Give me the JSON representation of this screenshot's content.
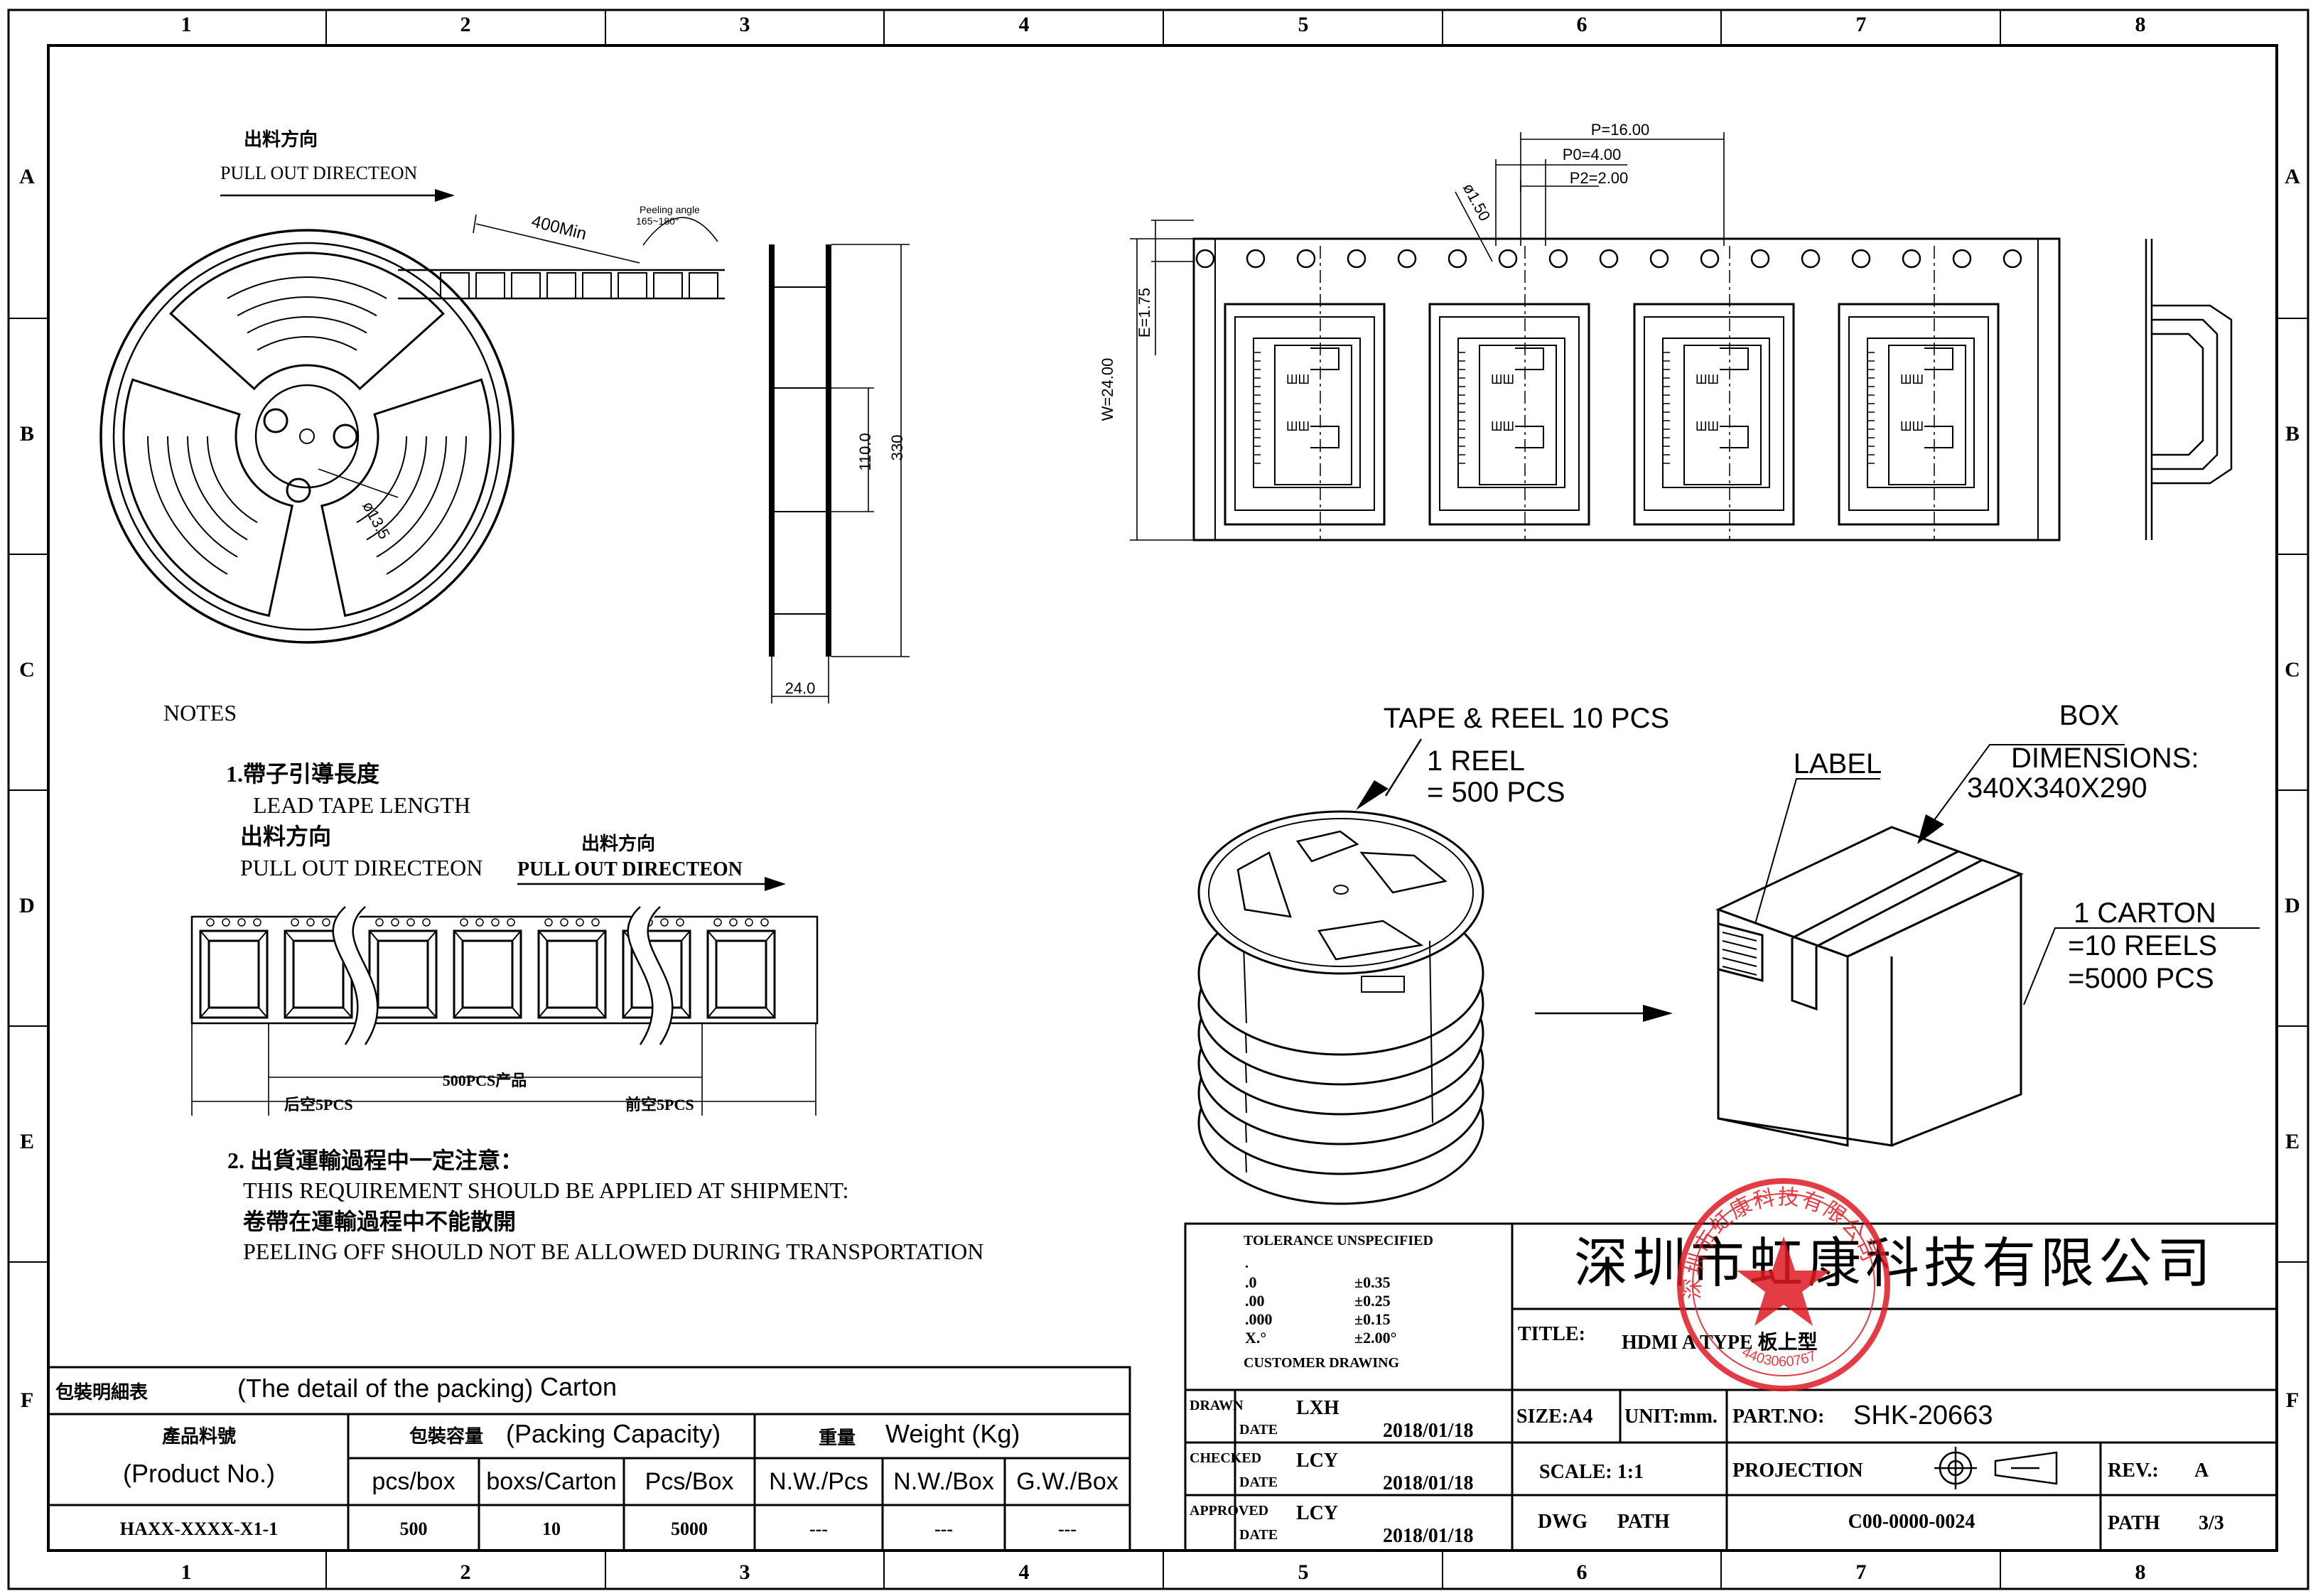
{
  "frame": {
    "columns": [
      "1",
      "2",
      "3",
      "4",
      "5",
      "6",
      "7",
      "8"
    ],
    "rows": [
      "A",
      "B",
      "C",
      "D",
      "E",
      "F"
    ]
  },
  "reel_view": {
    "title_cn": "出料方向",
    "title_en": "PULL OUT DIRECTEON",
    "dim_400": "400Min",
    "peel_angle_label": "Peeling angle",
    "peel_angle_value": "165~180°",
    "hub_dia": "ø13.5",
    "side_width": "24.0",
    "side_inner": "110.0",
    "side_outer": "330"
  },
  "tape_view": {
    "pitch_p": "P=16.00",
    "pitch_p0": "P0=4.00",
    "pitch_p2": "P2=2.00",
    "hole_dia": "ø1.50",
    "e_dim": "E=1.75",
    "w_dim": "W=24.00",
    "pocket_label": "ШШ"
  },
  "notes": {
    "heading": "NOTES",
    "n1_cn": "1.帶子引導長度",
    "n1_en": "LEAD TAPE LENGTH",
    "n1_dir_cn": "出料方向",
    "n1_dir_en": "PULL OUT DIRECTEON",
    "strip_dir_cn": "出料方向",
    "strip_dir_en": "PULL OUT DIRECTEON",
    "back_empty": "后空5PCS",
    "product_count": "500PCS产品",
    "front_empty": "前空5PCS",
    "n2_cn": "2. 出貨運輸過程中一定注意：",
    "n2_en": "THIS REQUIREMENT SHOULD BE APPLIED AT SHIPMENT:",
    "n2_cn2": "卷帶在運輸過程中不能散開",
    "n2_en2": "PEELING OFF SHOULD NOT BE ALLOWED DURING TRANSPORTATION"
  },
  "packing_graphic": {
    "tape_reel": "TAPE & REEL 10 PCS",
    "one_reel": "1 REEL",
    "reel_pcs": "= 500 PCS",
    "box": "BOX",
    "dimensions": "DIMENSIONS:",
    "dimensions_val": "340X340X290",
    "label": "LABEL",
    "carton": "1 CARTON",
    "carton_reels": "=10 REELS",
    "carton_pcs": "=5000 PCS"
  },
  "packing_table": {
    "title_cn": "包裝明細表",
    "title_en": "(The detail of the packing)",
    "carton": "Carton",
    "product_cn": "產品料號",
    "product_en": "(Product No.)",
    "capacity_cn": "包裝容量",
    "capacity_en": "(Packing Capacity)",
    "weight_cn": "重量",
    "weight_en": "Weight (Kg)",
    "headers": [
      "pcs/box",
      "boxs/Carton",
      "Pcs/Box",
      "N.W./Pcs",
      "N.W./Box",
      "G.W./Box"
    ],
    "row": {
      "part": "HAXX-XXXX-X1-1",
      "values": [
        "500",
        "10",
        "5000",
        "---",
        "---",
        "---"
      ]
    }
  },
  "title_block": {
    "tolerance_title": "TOLERANCE UNSPECIFIED",
    "tol_dot": ".",
    "tolerances": [
      {
        "k": ".0",
        "v": "±0.35"
      },
      {
        "k": ".00",
        "v": "±0.25"
      },
      {
        "k": ".000",
        "v": "±0.15"
      },
      {
        "k": "X.°",
        "v": "±2.00°"
      }
    ],
    "customer_drawing": "CUSTOMER DRAWING",
    "company": "深圳市虹康科技有限公司",
    "title_label": "TITLE:",
    "title_value": "HDMI A TYPE 板上型",
    "size": "SIZE:A4",
    "unit": "UNIT:mm.",
    "part_no_label": "PART.NO:",
    "part_no": "SHK-20663",
    "drawn_label": "DRAWN",
    "checked_label": "CHECKED",
    "approved_label": "APPROVED",
    "date_label": "DATE",
    "drawn_by": "LXH",
    "checked_by": "LCY",
    "approved_by": "LCY",
    "date": "2018/01/18",
    "scale": "SCALE:  1:1",
    "projection": "PROJECTION",
    "rev_label": "REV.:",
    "rev": "A",
    "dwg_label": "DWG",
    "path_label": "PATH",
    "dwg_no": "C00-0000-0024",
    "path_label2": "PATH",
    "path_value": "3/3"
  },
  "stamp": {
    "ring_text": "深圳市虹康科技有限公司",
    "number": "4403060767"
  }
}
